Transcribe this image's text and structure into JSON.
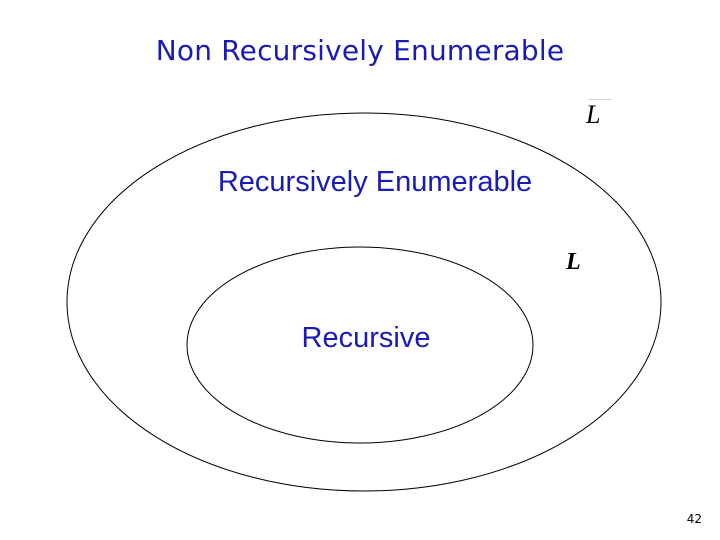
{
  "slide": {
    "title_non_re": "Non Recursively Enumerable",
    "title_re": "Recursively Enumerable",
    "title_recursive": "Recursive",
    "lang_complement": "L",
    "lang_plain": "L",
    "page_number": "42"
  },
  "colors": {
    "title_text": "#1a1ab8",
    "outline": "#000000",
    "background": "#ffffff"
  }
}
